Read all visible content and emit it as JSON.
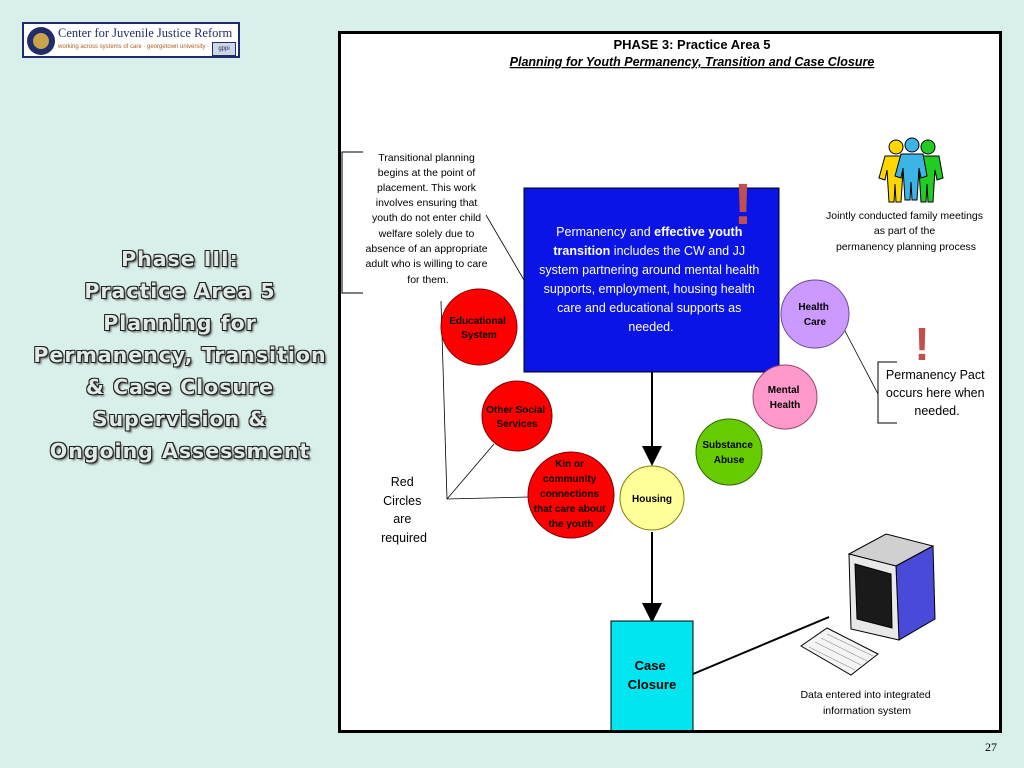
{
  "logo": {
    "name": "Center for Juvenile Justice Reform",
    "tagline": "working across systems of care · georgetown university ·",
    "badge": "gppi"
  },
  "side_title": {
    "lines": [
      "Phase III:",
      "Practice Area 5",
      "Planning for",
      "Permanency, Transition",
      "& Case Closure",
      "Supervision &",
      "Ongoing Assessment"
    ]
  },
  "panel": {
    "heading": "PHASE 3: Practice Area 5",
    "subheading": "Planning for Youth Permanency, Transition and Case Closure"
  },
  "transitional_note": [
    "Transitional planning",
    "begins at the point of",
    "placement.  This work",
    "involves ensuring that",
    "youth do not enter child",
    "welfare solely due to",
    "absence of an appropriate",
    "adult who is willing to care",
    "for them."
  ],
  "central_box": {
    "lines": [
      "Permanency and ",
      "effective  youth",
      "transition",
      " includes the CW and JJ",
      "system partnering around mental health",
      "supports, employment, housing health",
      "care and educational supports as",
      "needed."
    ],
    "color": "#0a14e6"
  },
  "family_meetings": [
    "Jointly conducted family meetings",
    "as part of the",
    "permanency planning process"
  ],
  "pact_note": [
    "Permanency Pact",
    "occurs here when",
    "needed."
  ],
  "red_note": [
    "Red",
    "Circles",
    "are",
    "required"
  ],
  "circles": {
    "educational": [
      "Educational",
      "System"
    ],
    "other_social": [
      "Other Social",
      "Services"
    ],
    "kin": [
      "Kin or",
      "community",
      "connections",
      "that care about",
      "the youth"
    ],
    "housing": [
      "Housing"
    ],
    "health_care": [
      "Health",
      "Care"
    ],
    "mental_health": [
      "Mental",
      "Health"
    ],
    "substance": [
      "Substance",
      "Abuse"
    ]
  },
  "case_closure": [
    "Case",
    "Closure"
  ],
  "data_entry": [
    "Data entered into integrated",
    "information system"
  ],
  "page_number": "27",
  "colors": {
    "background": "#d9f0ea",
    "red_circle": "#ff0000",
    "yellow_circle": "#ffff99",
    "violet_circle": "#cc99ff",
    "pink_circle": "#ff99cc",
    "green_circle": "#66cc00",
    "cyan_box": "#00e5f0",
    "exclamation": "#c0504d"
  }
}
